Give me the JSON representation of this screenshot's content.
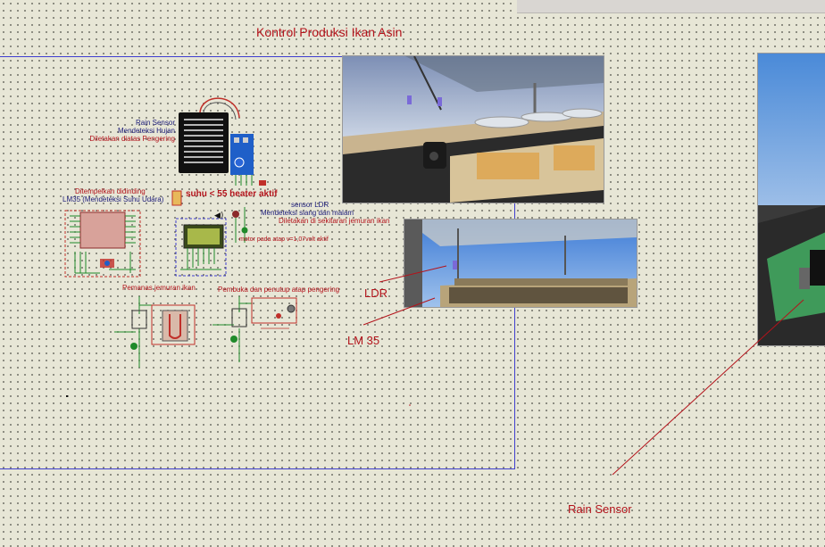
{
  "title": "Kontrol Produksi Ikan Asin",
  "rain_sensor_block": {
    "line1": "Rain Sensor",
    "line2": "Mendeteksi Hujan",
    "line3": "Diletakan diatas Pengering"
  },
  "lm35_block": {
    "line1": "Ditempelkan didinding",
    "line2": "LM35 (Mendeteksi Suhu Udara)"
  },
  "heater_note": "suhu < 55 heater aktif",
  "ldr_block": {
    "line1": "sensor LDR",
    "line2": "Mendeteksi siang dan malam",
    "line3": "Diletakan di sekitaran jemuran ikan"
  },
  "motor_note": "motor pada atap v=1,07volt aktif",
  "heater_block_label": "Pemanas jemuran ikan",
  "roof_block_label": "Pembuka dan penutup atap pengering",
  "callouts": {
    "ldr": "LDR",
    "lm35": "LM 35",
    "rain": "Rain Sensor"
  },
  "colors": {
    "accent_red": "#b3131b",
    "wire_green": "#1f8a2a",
    "border_blue": "#3f3fd0",
    "background": "#e7e6d6"
  }
}
